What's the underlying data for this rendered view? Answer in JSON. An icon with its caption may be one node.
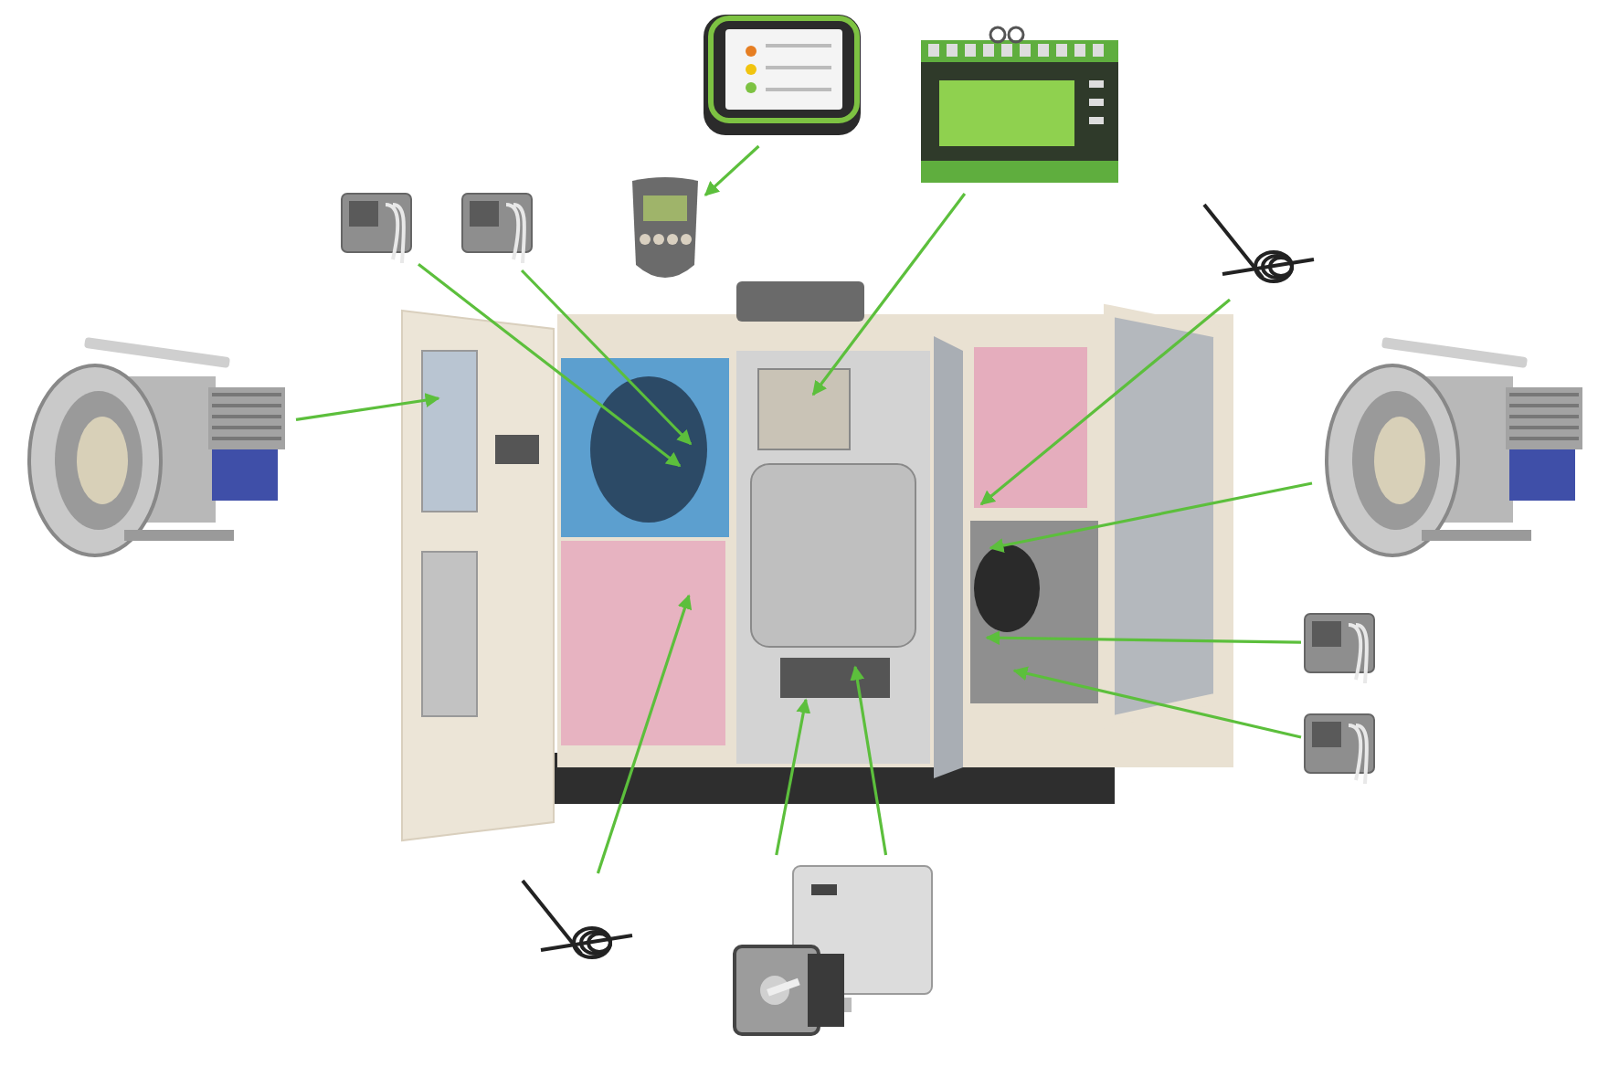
{
  "diagram": {
    "nodes": [
      {
        "text": [],
        "shape": "picture"
      },
      {
        "text": [],
        "shape": "picture"
      },
      {
        "text": [],
        "shape": "picture"
      },
      {
        "text": [],
        "shape": "picture"
      },
      {
        "text": [],
        "shape": "picture"
      },
      {
        "text": [],
        "shape": "picture"
      },
      {
        "text": [],
        "shape": "picture"
      },
      {
        "text": [],
        "shape": "picture"
      },
      {
        "text": [],
        "shape": "picture"
      },
      {
        "text": [],
        "shape": "picture"
      },
      {
        "text": [],
        "shape": "picture"
      },
      {
        "text": [],
        "shape": "picture"
      },
      {
        "text": [],
        "shape": "picture"
      }
    ],
    "edges": [
      {
        "from": 0,
        "to": 4,
        "arrow": "to"
      },
      {
        "from": 1,
        "to": 7,
        "arrow": "to"
      },
      {
        "from": 2,
        "to": 7,
        "arrow": "to"
      },
      {
        "from": 3,
        "to": 7,
        "arrow": "to"
      },
      {
        "from": 5,
        "to": 7,
        "arrow": "to"
      },
      {
        "from": 6,
        "to": 7,
        "arrow": "to"
      },
      {
        "from": 8,
        "to": 7,
        "arrow": "to"
      },
      {
        "from": 9,
        "to": 7,
        "arrow": "to"
      },
      {
        "from": 10,
        "to": 7,
        "arrow": "to"
      },
      {
        "from": 11,
        "to": 7,
        "arrow": "to"
      },
      {
        "from": 12,
        "to": 7,
        "arrow": "to"
      },
      {
        "from": 12,
        "to": 7,
        "arrow": "to"
      }
    ]
  }
}
